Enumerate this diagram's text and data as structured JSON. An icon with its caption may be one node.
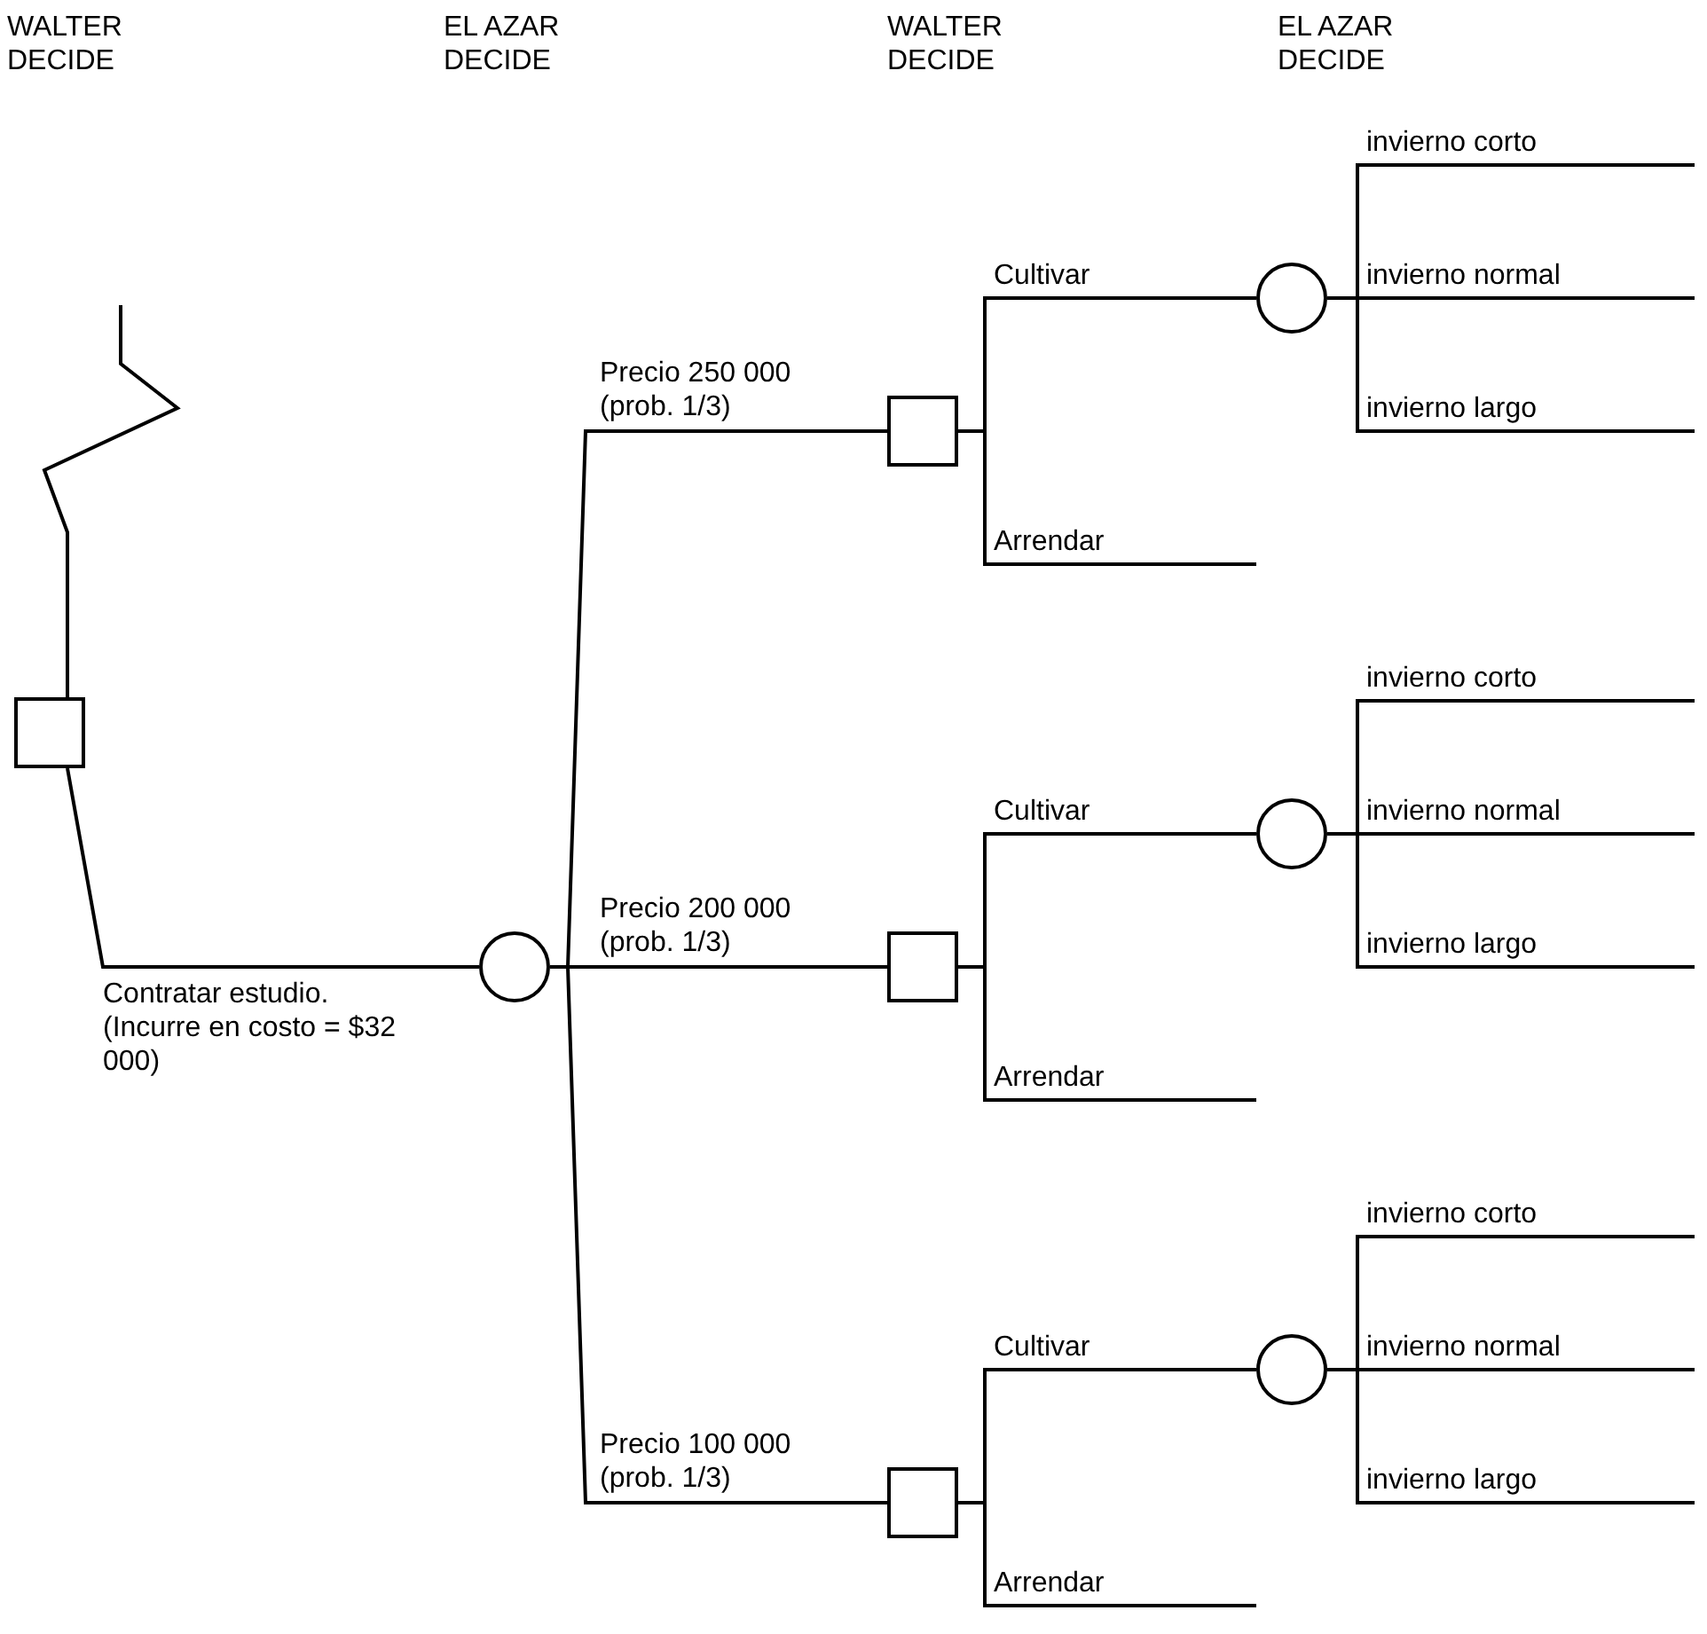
{
  "diagram": {
    "nodes": [
      {
        "text": [],
        "shape": "box"
      },
      {
        "text": [],
        "shape": "circle"
      },
      {
        "text": [],
        "shape": "box"
      },
      {
        "text": [],
        "shape": "box"
      },
      {
        "text": [],
        "shape": "box"
      },
      {
        "text": [],
        "shape": "circle"
      },
      {
        "text": [],
        "shape": "circle"
      },
      {
        "text": [],
        "shape": "circle"
      }
    ],
    "edges": [
      {
        "from": 0,
        "to": null,
        "arrow": "none"
      },
      {
        "from": 0,
        "to": 1,
        "arrow": "none",
        "label": "Contratar estudio. (Incurre en costo = $32 000)"
      },
      {
        "from": 1,
        "to": 2,
        "arrow": "none",
        "label": "Precio 250 000 (prob. 1/3)"
      },
      {
        "from": 1,
        "to": 3,
        "arrow": "none",
        "label": "Precio 200 000 (prob. 1/3)"
      },
      {
        "from": 1,
        "to": 4,
        "arrow": "none",
        "label": "Precio 100 000 (prob. 1/3)"
      },
      {
        "from": 2,
        "to": 5,
        "arrow": "none",
        "label": "Cultivar"
      },
      {
        "from": 5,
        "to": null,
        "arrow": "none",
        "label": "invierno corto"
      },
      {
        "from": 5,
        "to": null,
        "arrow": "none",
        "label": "invierno normal"
      },
      {
        "from": 5,
        "to": null,
        "arrow": "none",
        "label": "invierno largo"
      },
      {
        "from": 2,
        "to": null,
        "arrow": "none",
        "label": "Arrendar"
      },
      {
        "from": 3,
        "to": 6,
        "arrow": "none",
        "label": "Cultivar"
      },
      {
        "from": 6,
        "to": null,
        "arrow": "none",
        "label": "invierno corto"
      },
      {
        "from": 6,
        "to": null,
        "arrow": "none",
        "label": "invierno normal"
      },
      {
        "from": 6,
        "to": null,
        "arrow": "none",
        "label": "invierno largo"
      },
      {
        "from": 3,
        "to": null,
        "arrow": "none",
        "label": "Arrendar"
      },
      {
        "from": 4,
        "to": 7,
        "arrow": "none",
        "label": "Cultivar"
      },
      {
        "from": 7,
        "to": null,
        "arrow": "none",
        "label": "invierno corto"
      },
      {
        "from": 7,
        "to": null,
        "arrow": "none",
        "label": "invierno normal"
      },
      {
        "from": 7,
        "to": null,
        "arrow": "none",
        "label": "invierno largo"
      },
      {
        "from": 4,
        "to": null,
        "arrow": "none",
        "label": "Arrendar"
      }
    ],
    "labels": [
      "WALTER DECIDE",
      "EL AZAR DECIDE",
      "WALTER DECIDE",
      "EL AZAR DECIDE"
    ]
  }
}
